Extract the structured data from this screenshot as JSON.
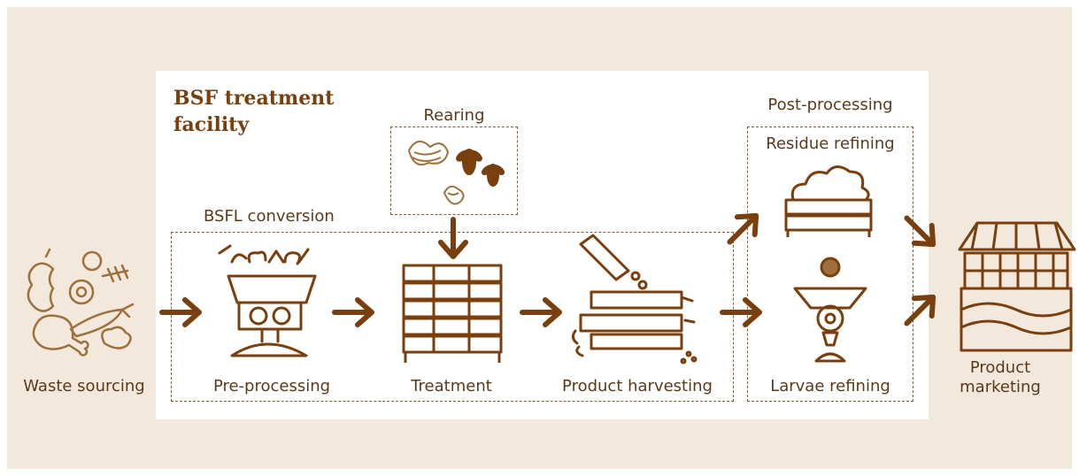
{
  "diagram": {
    "title": "BSF treatment facility",
    "sections": {
      "rearing": "Rearing",
      "bsfl_conversion": "BSFL conversion",
      "post_processing": "Post-processing",
      "residue_refining": "Residue refining",
      "larvae_refining": "Larvae refining"
    },
    "steps": {
      "waste_sourcing": "Waste sourcing",
      "pre_processing": "Pre-processing",
      "treatment": "Treatment",
      "product_harvesting": "Product harvesting",
      "product_marketing_line1": "Product",
      "product_marketing_line2": "marketing"
    },
    "colors": {
      "background": "#f2e8dc",
      "panel": "#ffffff",
      "arrow": "#7a3f0e",
      "icon": "#a0703c",
      "text": "#5b3a1a"
    },
    "icons": [
      "food-waste-icon",
      "bug-icon",
      "hopper-grinder-icon",
      "stacked-crates-icon",
      "sieve-harvester-icon",
      "compost-crate-icon",
      "larvae-mill-icon",
      "market-stall-icon"
    ]
  }
}
